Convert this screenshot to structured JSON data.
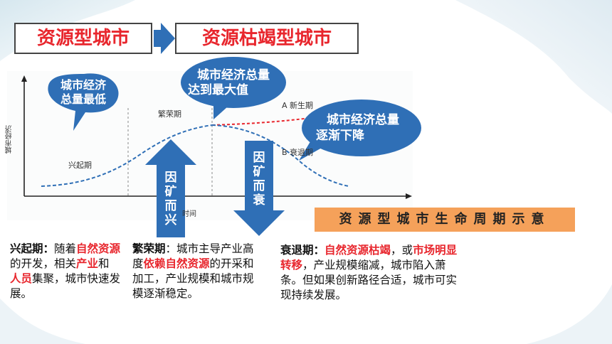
{
  "titles": {
    "left": "资源型城市",
    "right": "资源枯竭型城市"
  },
  "chart": {
    "ylabel": "城市经济",
    "xlabel": "时间",
    "stage_emerge": "兴起期",
    "stage_prosper": "繁荣期",
    "branch_new": "A 新生期",
    "branch_decline": "B 衰退期"
  },
  "bubbles": {
    "lowest": [
      "城市经济",
      "总量最低"
    ],
    "max": [
      "城市经济总量",
      "达到最大值"
    ],
    "decline": [
      "城市经济总量",
      "逐渐下降"
    ]
  },
  "arrows": {
    "rise": [
      "因",
      "矿",
      "而",
      "兴"
    ],
    "fall": [
      "因",
      "矿",
      "而",
      "衰"
    ]
  },
  "caption": "资源型城市生命周期示意",
  "paragraphs": {
    "emerge": {
      "head": "兴起期",
      "colon": "：",
      "t1": "随着",
      "h1": "自然资源",
      "t2": "的开发，相关",
      "h2": "产业",
      "t3": "和 ",
      "h3": "人员",
      "t4": "集聚，城市快速发展。"
    },
    "prosper": {
      "head": "繁荣期",
      "t1": "：城市主导产业高度",
      "h1": "依赖自然资源",
      "t2": "的开采和加工，产业规模和城市规模逐渐稳定。"
    },
    "decline": {
      "head": "衰退期",
      "colon": "：",
      "h1": "自然资源枯竭",
      "t1": "，或",
      "h2": "市场明显转移",
      "t2": "，产业规模缩减，城市陷入萧条。但如果创新路径合适，城市可实现持续发展。"
    }
  },
  "colors": {
    "title_red": "#e8262d",
    "arrow_blue": "#2f6fb6",
    "bubble_blue": "#2f6fb6",
    "caption_orange": "#f5a15a",
    "curve_blue": "#2f6fb6",
    "curve_red": "#e8262d"
  }
}
